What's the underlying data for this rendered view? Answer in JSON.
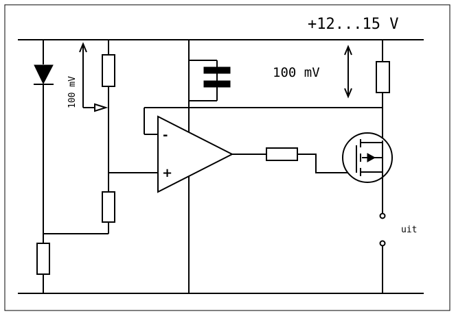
{
  "diagram": {
    "labels": {
      "supply_voltage": "+12...15 V",
      "reference_voltage": "100 mV",
      "sense_voltage": "100 mV",
      "output": "uit",
      "opamp_minus": "-",
      "opamp_plus": "+"
    },
    "colors": {
      "ink": "#000000",
      "paper": "#ffffff"
    }
  }
}
